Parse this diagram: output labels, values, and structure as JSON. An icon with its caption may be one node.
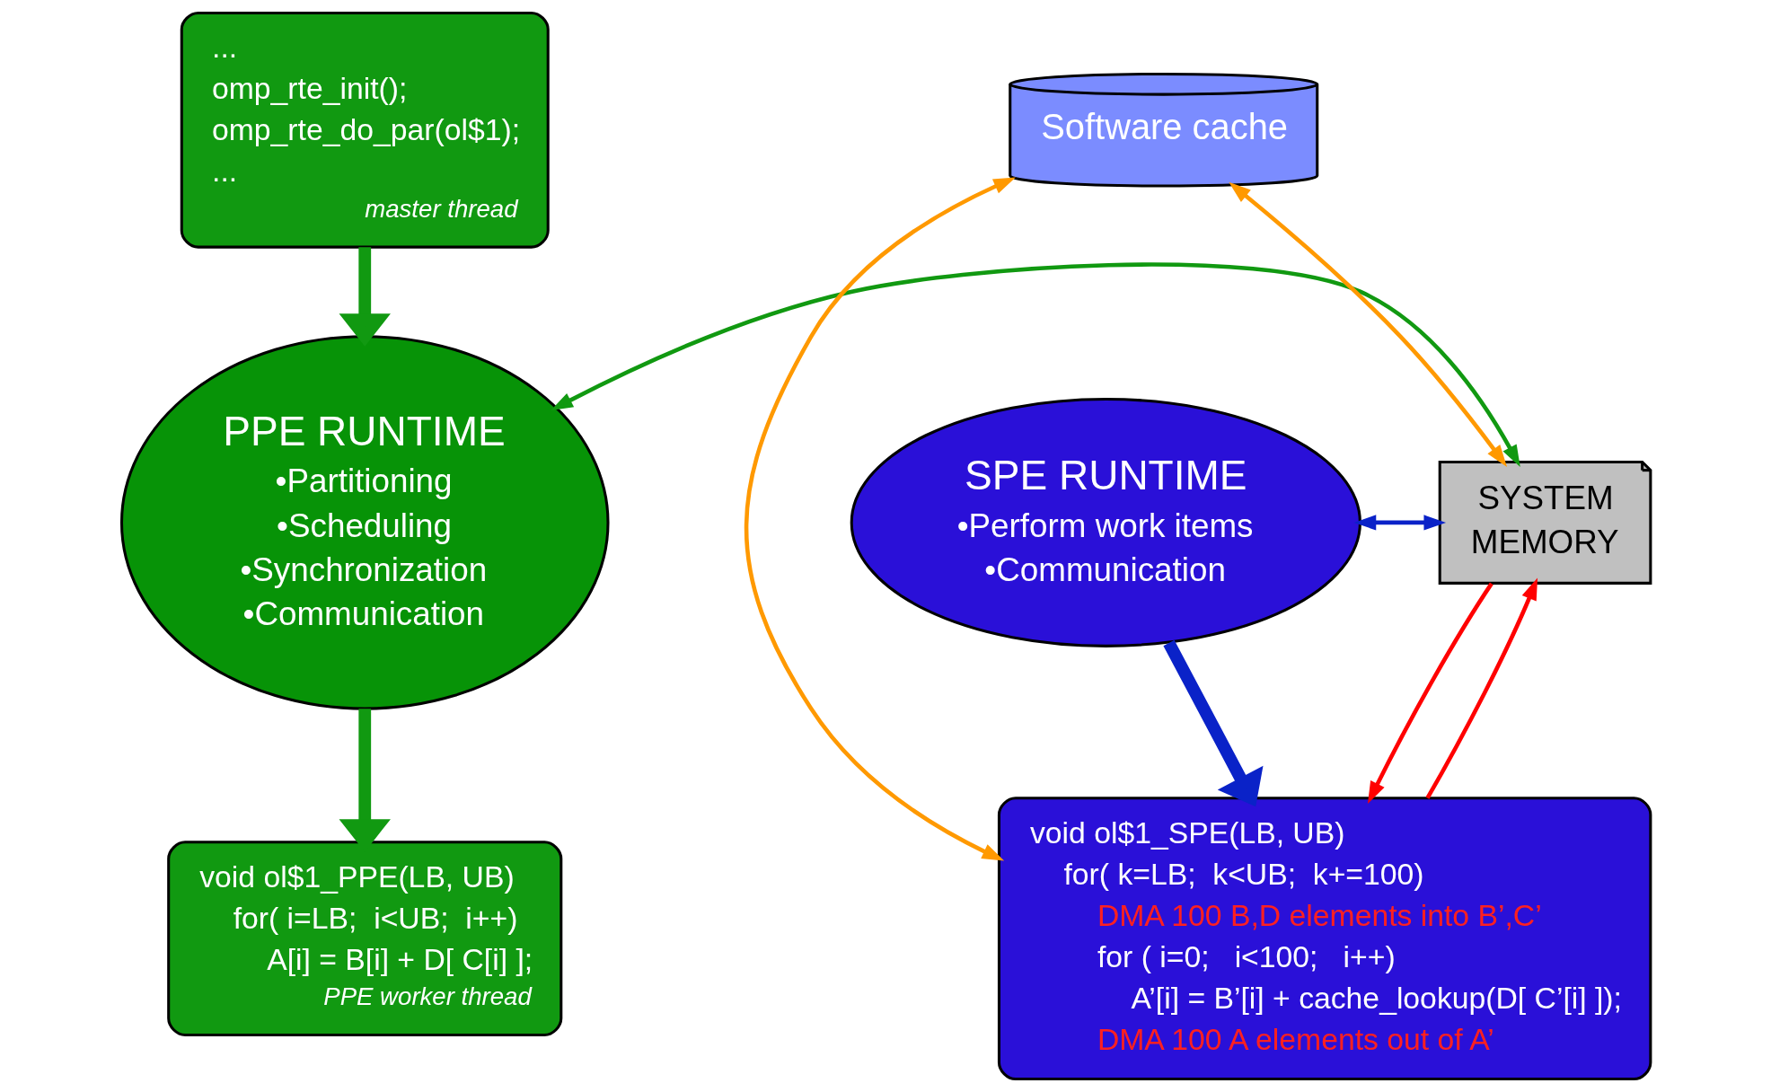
{
  "diagram": {
    "nodes": [
      {
        "text": [
          "...",
          "omp_rte_init();",
          "omp_rte_do_par(ol$1);",
          "...",
          "master thread"
        ]
      },
      {
        "text": [
          "PPE RUNTIME",
          "•Partitioning",
          "•Scheduling",
          "•Synchronization",
          "•Communication"
        ]
      },
      {
        "text": [
          "void ol$1_PPE(LB, UB)",
          "for( i=LB;  i<UB;  i++)",
          "A[i] = B[i] + D[ C[i] ];",
          "PPE worker thread"
        ]
      },
      {
        "text": [
          "SYSTEM",
          "MEMORY"
        ]
      },
      {
        "text": [
          "Software cache"
        ]
      },
      {
        "text": [
          "SPE RUNTIME",
          "•Perform work items",
          "•Communication"
        ]
      },
      {
        "text": [
          "void ol$1_SPE(LB, UB)",
          "for( k=LB;  k<UB;  k+=100)",
          "DMA 100 B,D elements into B’,C’",
          "for ( i=0;   i<100;   i++)",
          "A’[i] = B’[i] + cache_lookup(D[ C’[i] ]);",
          "DMA 100 A elements out of A’"
        ]
      }
    ],
    "edges": [
      {
        "from": 0,
        "to": 1,
        "arrow": "to",
        "style": "thick",
        "color": "#119911"
      },
      {
        "from": 1,
        "to": 2,
        "arrow": "to",
        "style": "thick",
        "color": "#119911"
      },
      {
        "from": 5,
        "to": 6,
        "arrow": "to",
        "style": "thick",
        "color": "#0a22c8"
      },
      {
        "from": 1,
        "to": 3,
        "arrow": "both",
        "color": "#119911"
      },
      {
        "from": 5,
        "to": 3,
        "arrow": "both",
        "color": "#0a22c8"
      },
      {
        "from": 4,
        "to": 3,
        "arrow": "both",
        "color": "#ff9900"
      },
      {
        "from": 4,
        "to": 6,
        "arrow": "both",
        "color": "#ff9900"
      },
      {
        "from": 3,
        "to": 6,
        "arrow": "to",
        "color": "#ff0000"
      },
      {
        "from": 6,
        "to": 3,
        "arrow": "to",
        "color": "#ff0000"
      }
    ]
  }
}
